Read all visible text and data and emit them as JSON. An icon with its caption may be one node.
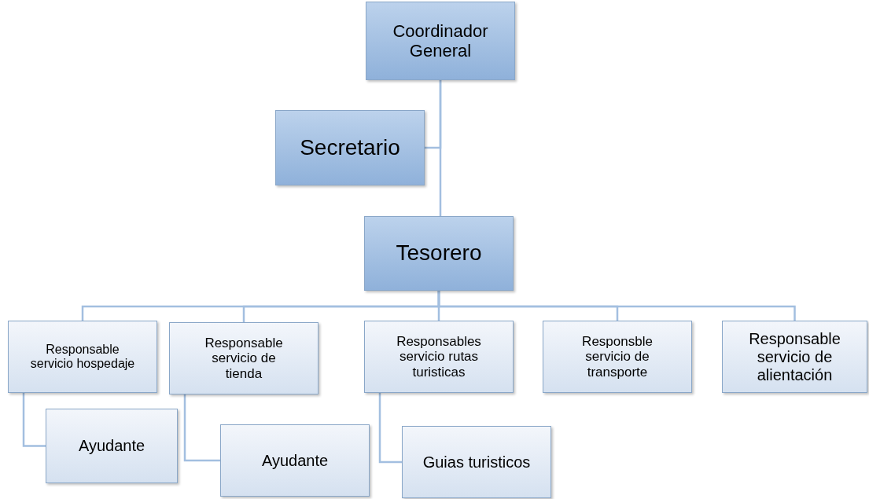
{
  "diagram": {
    "nodes": [
      {
        "text": [
          "Coordinador General"
        ]
      },
      {
        "text": [
          "Secretario"
        ]
      },
      {
        "text": [
          "Tesorero"
        ]
      },
      {
        "text": [
          "Responsable servicio hospedaje"
        ]
      },
      {
        "text": [
          "Responsable servicio de tienda"
        ]
      },
      {
        "text": [
          "Responsables servicio rutas turisticas"
        ]
      },
      {
        "text": [
          "Responsble servicio de transporte"
        ]
      },
      {
        "text": [
          "Responsable servicio de alientación"
        ]
      },
      {
        "text": [
          "Ayudante"
        ]
      },
      {
        "text": [
          "Ayudante"
        ]
      },
      {
        "text": [
          "Guias turisticos"
        ]
      }
    ],
    "edges": [
      {
        "from": 0,
        "to": 1,
        "arrow": "none"
      },
      {
        "from": 0,
        "to": 2,
        "arrow": "none"
      },
      {
        "from": 2,
        "to": 3,
        "arrow": "none"
      },
      {
        "from": 2,
        "to": 4,
        "arrow": "none"
      },
      {
        "from": 2,
        "to": 5,
        "arrow": "none"
      },
      {
        "from": 2,
        "to": 6,
        "arrow": "none"
      },
      {
        "from": 2,
        "to": 7,
        "arrow": "none"
      },
      {
        "from": 3,
        "to": 8,
        "arrow": "none"
      },
      {
        "from": 4,
        "to": 9,
        "arrow": "none"
      },
      {
        "from": 5,
        "to": 10,
        "arrow": "none"
      }
    ]
  }
}
